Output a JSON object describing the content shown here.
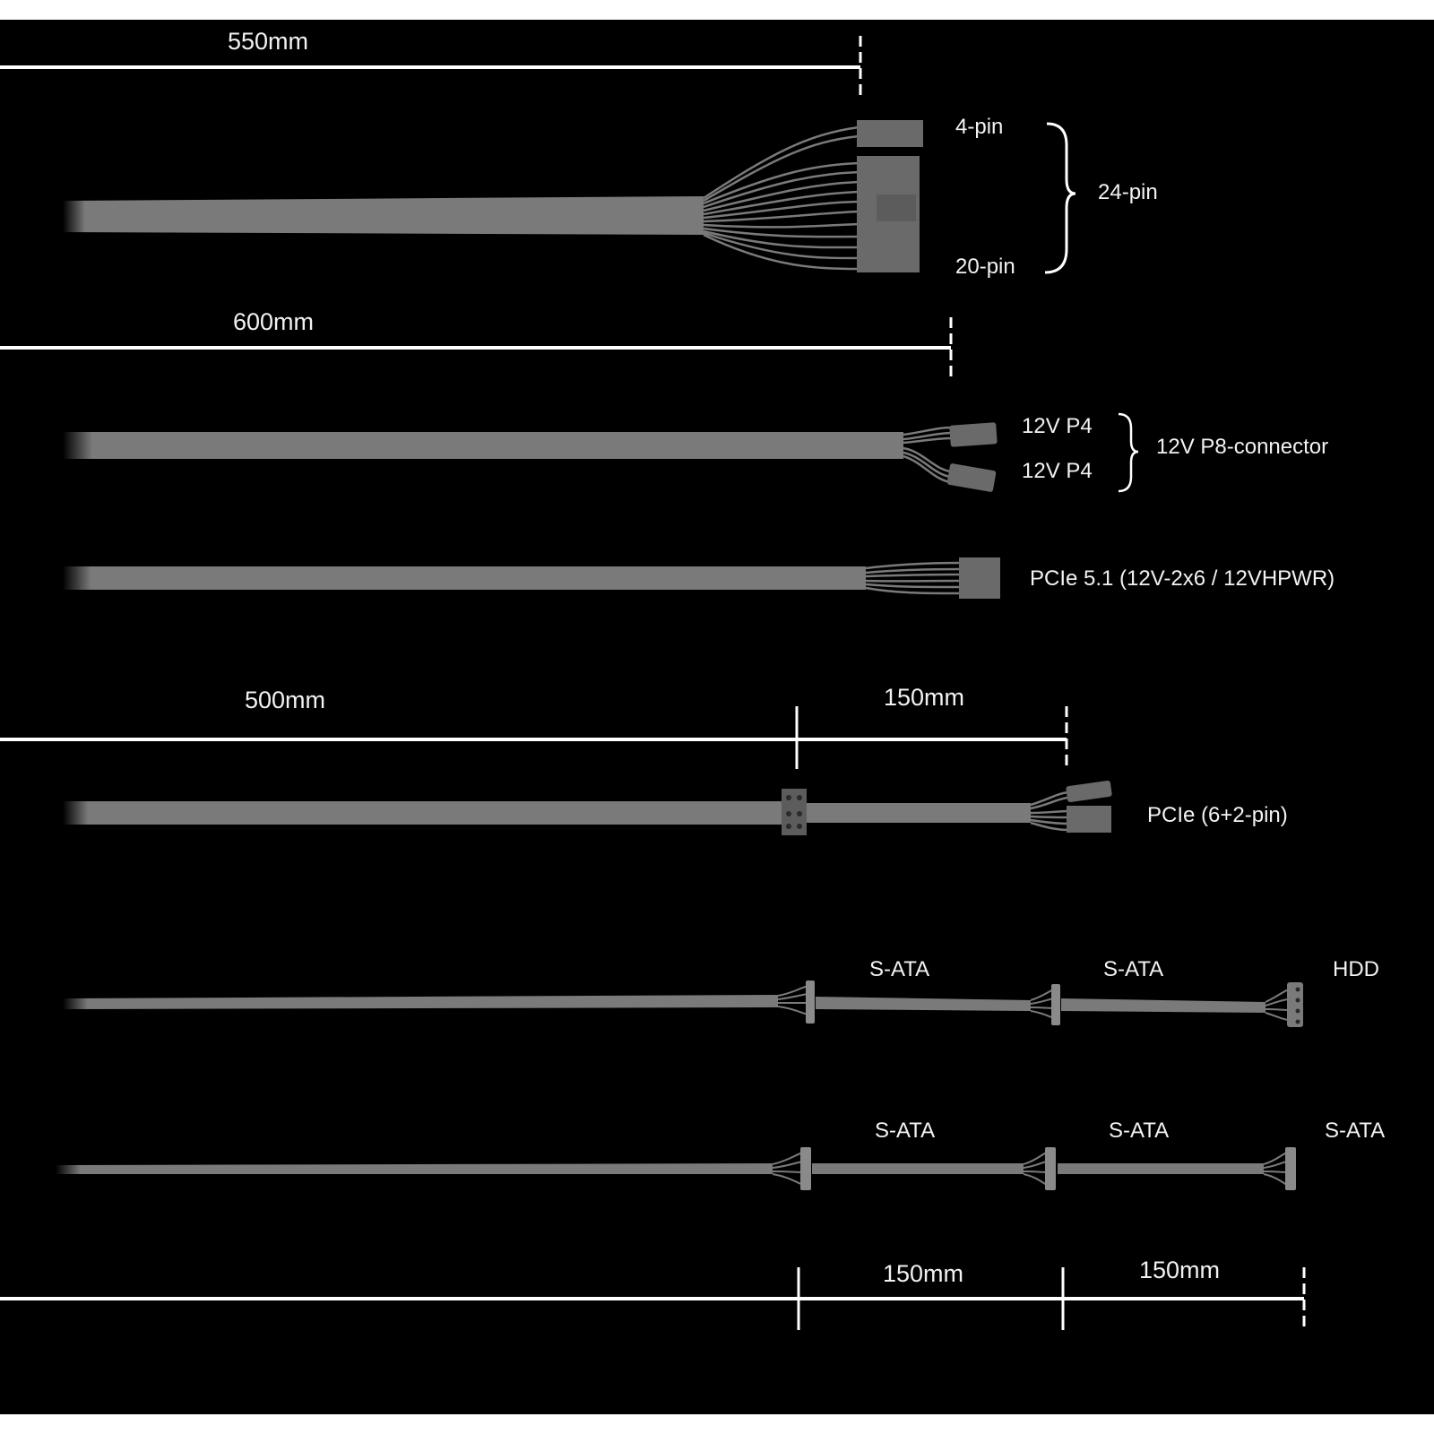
{
  "colors": {
    "background": "#000000",
    "cable": "#7a7a7a",
    "connector": "#6a6a6a",
    "dimension_line": "#ffffff",
    "text": "#f2f2f2"
  },
  "dimensions": {
    "atx_length": "550mm",
    "eps_length": "600mm",
    "pcie_main_length": "500mm",
    "pcie_daisy_length": "150mm",
    "sata_seg1_length": "150mm",
    "sata_seg2_length": "150mm"
  },
  "connectors": {
    "atx": {
      "four_pin": "4-pin",
      "twenty_pin": "20-pin",
      "combined": "24-pin"
    },
    "eps": {
      "p4_top": "12V P4",
      "p4_bottom": "12V P4",
      "combined": "12V P8-connector"
    },
    "pcie5": "PCIe 5.1 (12V-2x6 / 12VHPWR)",
    "pcie": "PCIe (6+2-pin)",
    "sata_hdd_cable": {
      "first": "S-ATA",
      "second": "S-ATA",
      "end": "HDD"
    },
    "sata_cable": {
      "first": "S-ATA",
      "second": "S-ATA",
      "end": "S-ATA"
    }
  }
}
